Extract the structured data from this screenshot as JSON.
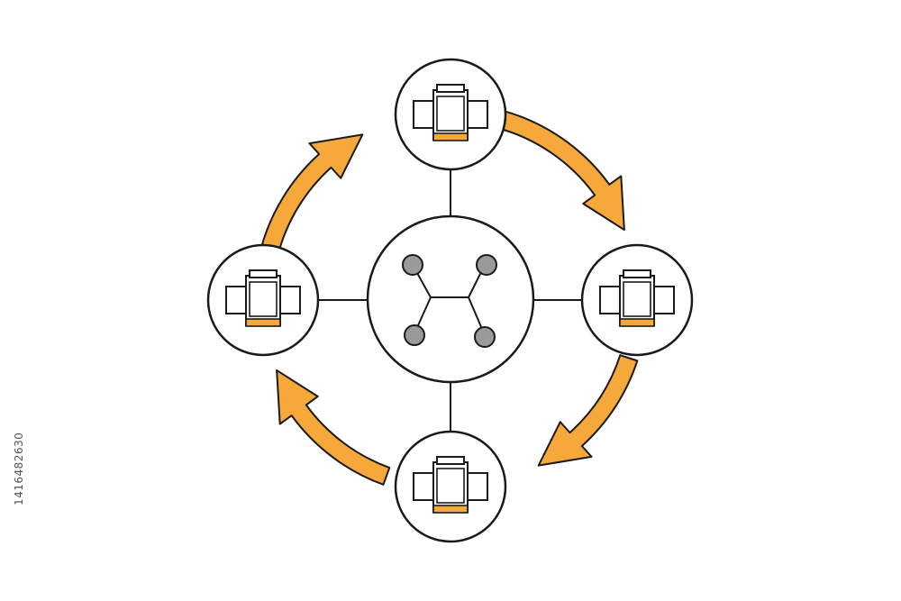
{
  "diagram": {
    "colors": {
      "accent": "#F7A83A",
      "stroke": "#1a1a1a",
      "hub_dot": "#9a9a9a",
      "background": "#ffffff",
      "watermark_text": "#e6e6e6"
    },
    "center_node": {
      "icon": "network-hub-icon"
    },
    "outer_nodes": [
      {
        "id": "top",
        "icon": "modular-device-icon"
      },
      {
        "id": "right",
        "icon": "modular-device-icon"
      },
      {
        "id": "bottom",
        "icon": "modular-device-icon"
      },
      {
        "id": "left",
        "icon": "modular-device-icon"
      }
    ],
    "cycle_arrows": [
      {
        "from": "top",
        "to": "right"
      },
      {
        "from": "right",
        "to": "bottom"
      },
      {
        "from": "bottom",
        "to": "left"
      },
      {
        "from": "left",
        "to": "top"
      }
    ]
  },
  "side_id": "1416482630"
}
